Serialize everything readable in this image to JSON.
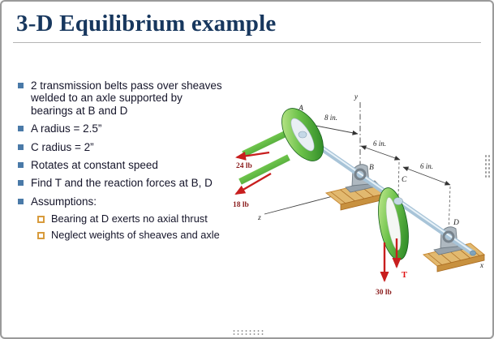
{
  "slide": {
    "title": "3-D Equilibrium example",
    "bullets": [
      "2 transmission belts pass over sheaves welded to an axle supported by bearings at B and D",
      "A radius = 2.5”",
      "C radius = 2”",
      "Rotates at constant speed",
      "Find T and the reaction forces at B, D",
      "Assumptions:"
    ],
    "sub_bullets": [
      "Bearing at D exerts no axial thrust",
      "Neglect weights of sheaves and axle"
    ]
  },
  "diagram": {
    "points": {
      "A": "A",
      "B": "B",
      "C": "C",
      "D": "D"
    },
    "axes": {
      "x": "x",
      "y": "y",
      "z": "z"
    },
    "forces": {
      "belt_upper": "24 lb",
      "belt_lower": "18 lb",
      "belt_vertical": "30 lb",
      "tension": "T"
    },
    "dimensions": {
      "a_to_b": "8 in.",
      "b_to_c": "6 in.",
      "c_to_d": "6 in."
    },
    "colors": {
      "title_navy": "#17375e",
      "bullet_blue": "#4a7aa8",
      "sub_bullet_orange": "#d89b3c",
      "sheave_green": "#3fae3f",
      "axle_blue": "#a8c4d8",
      "force_red": "#c81e1e",
      "label_maroon": "#8b1d1d",
      "wood_tan": "#e2b96f"
    }
  }
}
